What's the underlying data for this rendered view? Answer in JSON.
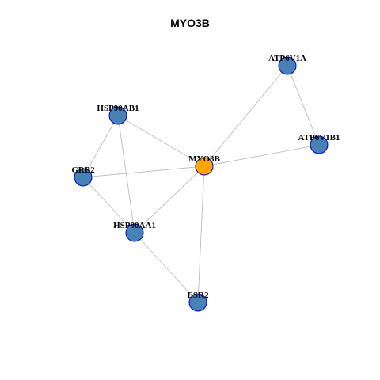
{
  "title": "MYO3B",
  "colors": {
    "center_fill": "#FFA500",
    "node_fill": "#4682B4",
    "node_stroke": "#0000CD",
    "edge": "#BCBCBC",
    "label": "#000000"
  },
  "nodes": [
    {
      "id": "MYO3B",
      "label": "MYO3B",
      "center": true
    },
    {
      "id": "ATP6V1A",
      "label": "ATP6V1A",
      "center": false
    },
    {
      "id": "ATP6V1B1",
      "label": "ATP6V1B1",
      "center": false
    },
    {
      "id": "HSP90AB1",
      "label": "HSP90AB1",
      "center": false
    },
    {
      "id": "GRB2",
      "label": "GRB2",
      "center": false
    },
    {
      "id": "HSP90AA1",
      "label": "HSP90AA1",
      "center": false
    },
    {
      "id": "ESR2",
      "label": "ESR2",
      "center": false
    }
  ],
  "edges": [
    [
      "MYO3B",
      "ATP6V1A"
    ],
    [
      "MYO3B",
      "ATP6V1B1"
    ],
    [
      "ATP6V1A",
      "ATP6V1B1"
    ],
    [
      "MYO3B",
      "HSP90AB1"
    ],
    [
      "MYO3B",
      "GRB2"
    ],
    [
      "MYO3B",
      "HSP90AA1"
    ],
    [
      "MYO3B",
      "ESR2"
    ],
    [
      "HSP90AB1",
      "GRB2"
    ],
    [
      "HSP90AB1",
      "HSP90AA1"
    ],
    [
      "GRB2",
      "HSP90AA1"
    ],
    [
      "HSP90AA1",
      "ESR2"
    ]
  ]
}
